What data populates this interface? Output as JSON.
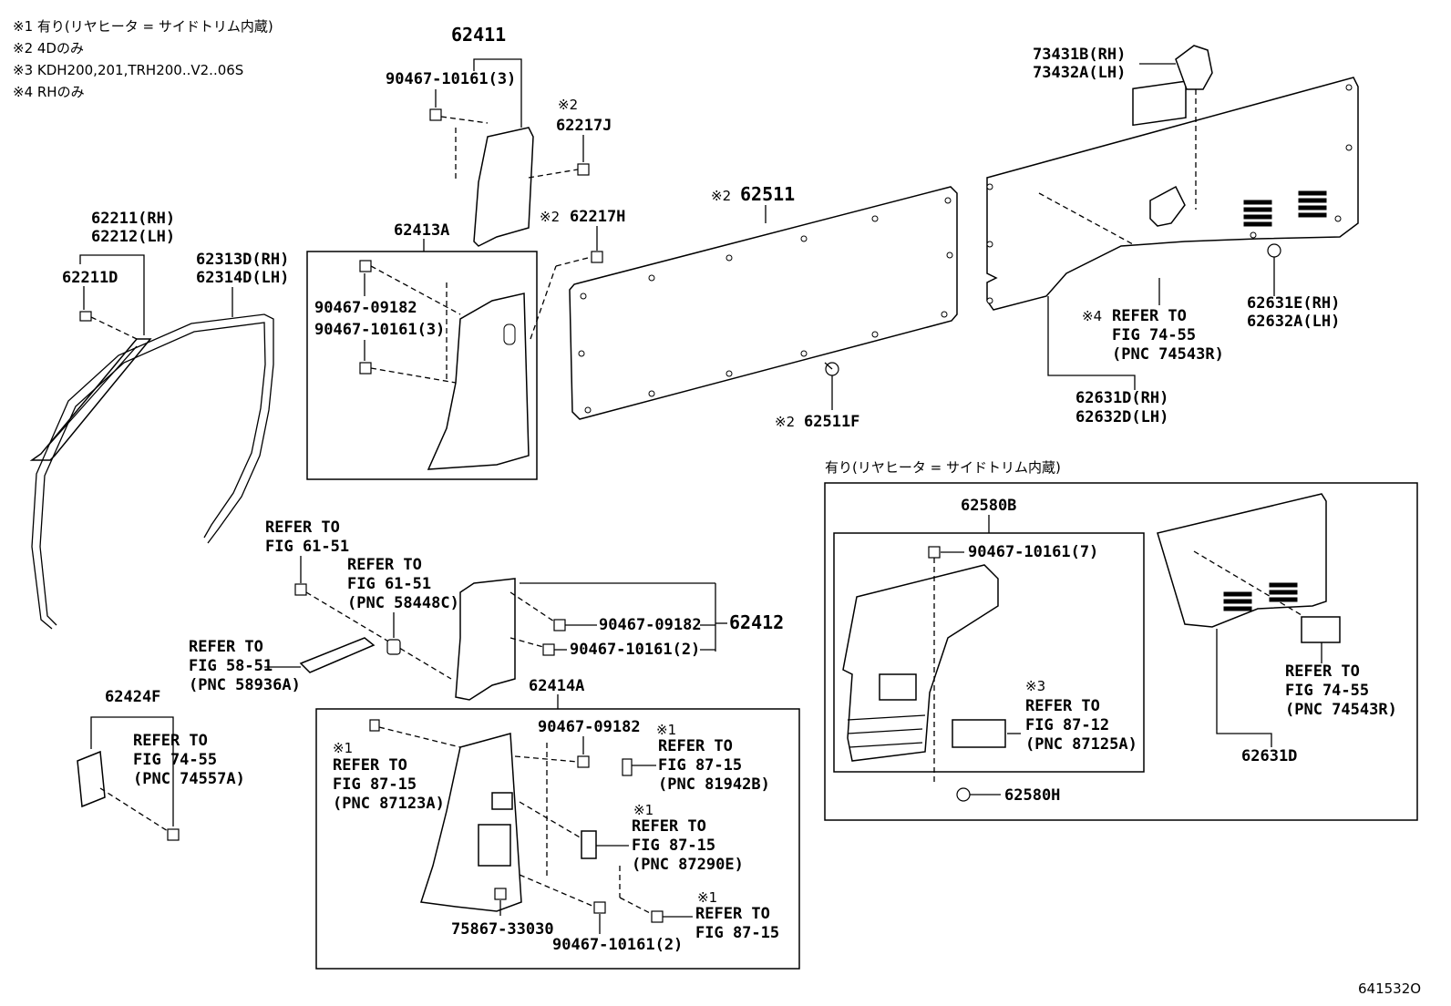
{
  "notes": [
    "※1 有り(リヤヒータ = サイドトリム内蔵)",
    "※2 4Dのみ",
    "※3 KDH200,201,TRH200..V2..06S",
    "※4 RHのみ"
  ],
  "labels": {
    "p62411": "62411",
    "p90467_10161_3_top": "90467-10161(3)",
    "mark2_a": "※2",
    "p62217J": "62217J",
    "mark2_b": "※2",
    "p62217H": "62217H",
    "p62413A": "62413A",
    "p90467_09182_a": "90467-09182",
    "p90467_10161_3_b": "90467-10161(3)",
    "p62211_rh": "62211(RH)",
    "p62212_lh": "62212(LH)",
    "p62211D": "62211D",
    "p62313D_rh": "62313D(RH)",
    "p62314D_lh": "62314D(LH)",
    "mark2_c": "※2",
    "p62511": "62511",
    "mark2_d": "※2",
    "p62511F": "62511F",
    "p73431B": "73431B(RH)",
    "p73432A": "73432A(LH)",
    "p62631E": "62631E(RH)",
    "p62632A": "62632A(LH)",
    "mark4": "※4",
    "ref_74_55_a_1": "REFER TO",
    "ref_74_55_a_2": "FIG 74-55",
    "ref_74_55_a_3": "(PNC 74543R)",
    "p62631D_rh": "62631D(RH)",
    "p62632D_lh": "62632D(LH)",
    "heater_title": "有り(リヤヒータ = サイドトリム内蔵)",
    "p62580B": "62580B",
    "p90467_10161_7": "90467-10161(7)",
    "mark3": "※3",
    "ref_87_12_1": "REFER TO",
    "ref_87_12_2": "FIG 87-12",
    "ref_87_12_3": "(PNC 87125A)",
    "p62580H": "62580H",
    "ref_74_55_b_1": "REFER TO",
    "ref_74_55_b_2": "FIG 74-55",
    "ref_74_55_b_3": "(PNC 74543R)",
    "p62631D": "62631D",
    "ref_61_51_a_1": "REFER TO",
    "ref_61_51_a_2": "FIG 61-51",
    "ref_61_51_b_1": "REFER TO",
    "ref_61_51_b_2": "FIG 61-51",
    "ref_61_51_b_3": "(PNC 58448C)",
    "p90467_09182_b": "90467-09182",
    "p62412": "62412",
    "p90467_10161_2_a": "90467-10161(2)",
    "ref_58_51_1": "REFER TO",
    "ref_58_51_2": "FIG 58-51",
    "ref_58_51_3": "(PNC 58936A)",
    "p62424F": "62424F",
    "ref_74_55_c_1": "REFER TO",
    "ref_74_55_c_2": "FIG 74-55",
    "ref_74_55_c_3": "(PNC 74557A)",
    "p62414A": "62414A",
    "mark1_a": "※1",
    "ref_87_15_a_1": "REFER TO",
    "ref_87_15_a_2": "FIG 87-15",
    "ref_87_15_a_3": "(PNC 87123A)",
    "p90467_09182_c": "90467-09182",
    "mark1_b": "※1",
    "ref_87_15_b_1": "REFER TO",
    "ref_87_15_b_2": "FIG 87-15",
    "ref_87_15_b_3": "(PNC 81942B)",
    "mark1_c": "※1",
    "ref_87_15_c_1": "REFER TO",
    "ref_87_15_c_2": "FIG 87-15",
    "ref_87_15_c_3": "(PNC 87290E)",
    "mark1_d": "※1",
    "ref_87_15_d_1": "REFER TO",
    "ref_87_15_d_2": "FIG 87-15",
    "p75867_33030": "75867-33030",
    "p90467_10161_2_b": "90467-10161(2)",
    "figure_id": "641532O"
  }
}
